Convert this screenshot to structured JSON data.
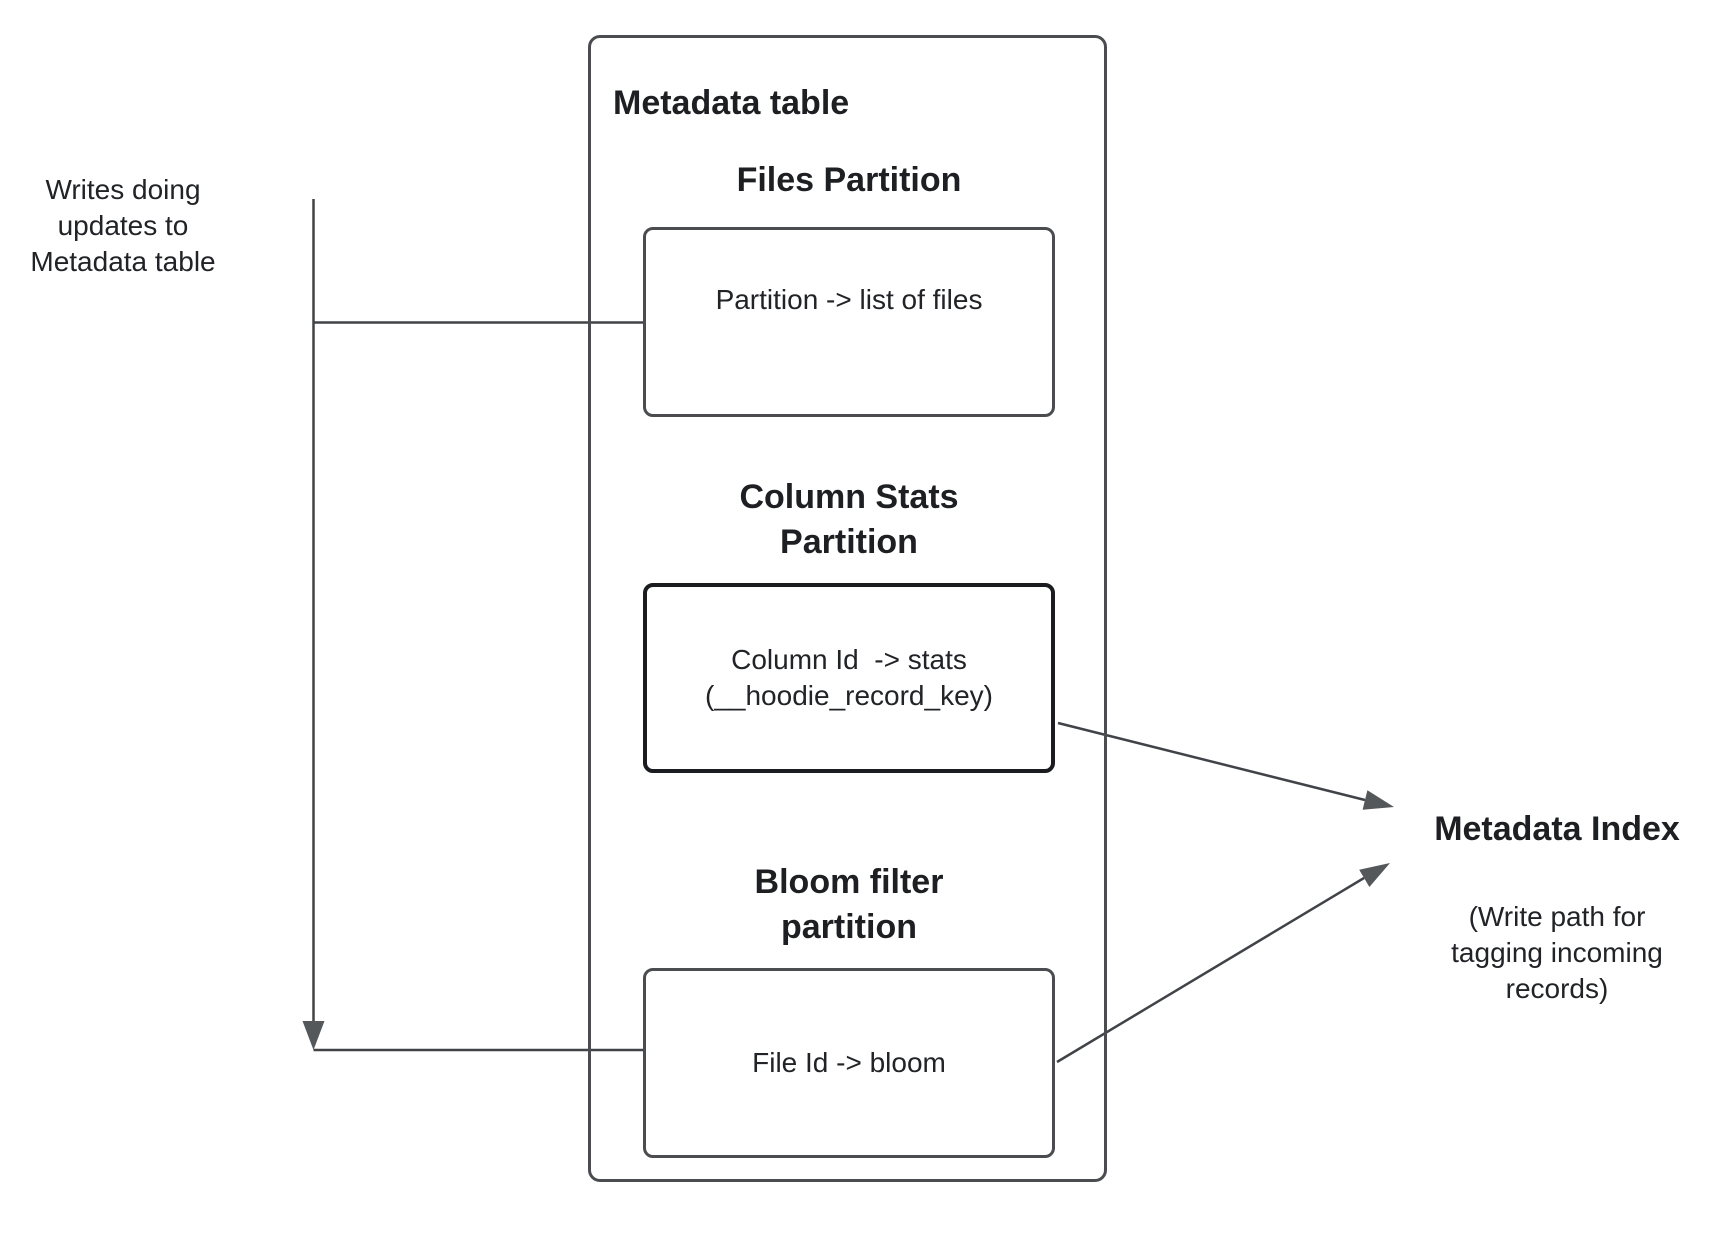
{
  "diagram": {
    "left_note": {
      "text": "Writes doing\nupdates to\nMetadata table"
    },
    "metadata_table": {
      "title": "Metadata table",
      "partitions": [
        {
          "heading": "Files Partition",
          "box_text": "Partition -> list of files",
          "emphasized_border": false
        },
        {
          "heading": "Column Stats\nPartition",
          "box_text": "Column Id  -> stats\n(__hoodie_record_key)",
          "emphasized_border": true
        },
        {
          "heading": "Bloom filter\npartition",
          "box_text": "File Id -> bloom",
          "emphasized_border": false
        }
      ]
    },
    "metadata_index": {
      "title": "Metadata Index",
      "subtitle": "(Write path for\ntagging incoming\nrecords)"
    },
    "connections": [
      {
        "from": "writes-note",
        "to": "files-partition-box",
        "style": "elbow-line"
      },
      {
        "from": "writes-note",
        "to": "bloom-filter-box",
        "style": "elbow-line-with-down-arrow"
      },
      {
        "from": "column-stats-box",
        "to": "metadata-index",
        "style": "arrow"
      },
      {
        "from": "bloom-filter-box",
        "to": "metadata-index",
        "style": "arrow"
      }
    ],
    "colors": {
      "background": "#ffffff",
      "line": "#404347",
      "box_border": "#4a4c4f",
      "emphasized_box_border": "#1b1c1f",
      "arrowhead": "#54585b",
      "text": "#212326"
    }
  }
}
